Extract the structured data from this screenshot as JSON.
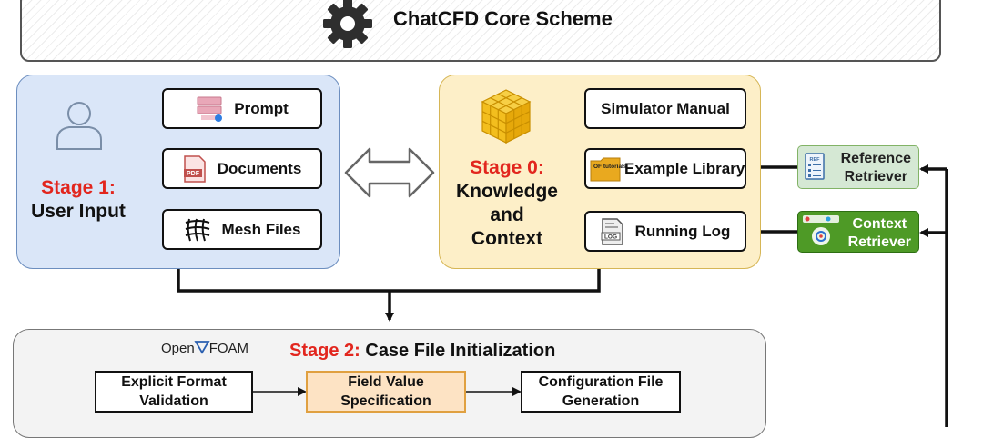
{
  "header": {
    "title": "ChatCFD Core Scheme",
    "icon": "gear-icon"
  },
  "stage1": {
    "label_stage": "Stage 1:",
    "label_name": "User Input",
    "items": [
      {
        "label": "Prompt",
        "icon": "prompt-icon"
      },
      {
        "label": "Documents",
        "icon": "pdf-icon"
      },
      {
        "label": "Mesh Files",
        "icon": "mesh-icon"
      }
    ]
  },
  "stage0": {
    "label_stage": "Stage 0:",
    "label_line1": "Knowledge",
    "label_line2": "and",
    "label_line3": "Context",
    "items": [
      {
        "label": "Simulator Manual"
      },
      {
        "label": "Example Library",
        "icon": "folder-icon",
        "icon_text": "OF tutorials"
      },
      {
        "label": "Running Log",
        "icon": "log-file-icon",
        "icon_text": "LOG"
      }
    ]
  },
  "retrievers": {
    "reference": {
      "line1": "Reference",
      "line2": "Retriever"
    },
    "context": {
      "line1": "Context",
      "line2": "Retriever"
    }
  },
  "stage2": {
    "logo_open": "Open",
    "logo_foam": "FOAM",
    "label_stage": "Stage 2:",
    "label_name": " Case File Initialization",
    "boxes": [
      {
        "line1": "Explicit Format",
        "line2": "Validation"
      },
      {
        "line1": "Field Value",
        "line2": "Specification"
      },
      {
        "line1": "Configuration File",
        "line2": "Generation"
      }
    ]
  },
  "colors": {
    "stage_red": "#e2261e",
    "stage1_fill": "#dae6f8",
    "stage0_fill": "#fdefc8",
    "ref_retriever_fill": "#d5e8d4",
    "ctx_retriever_fill": "#4e9a26"
  }
}
